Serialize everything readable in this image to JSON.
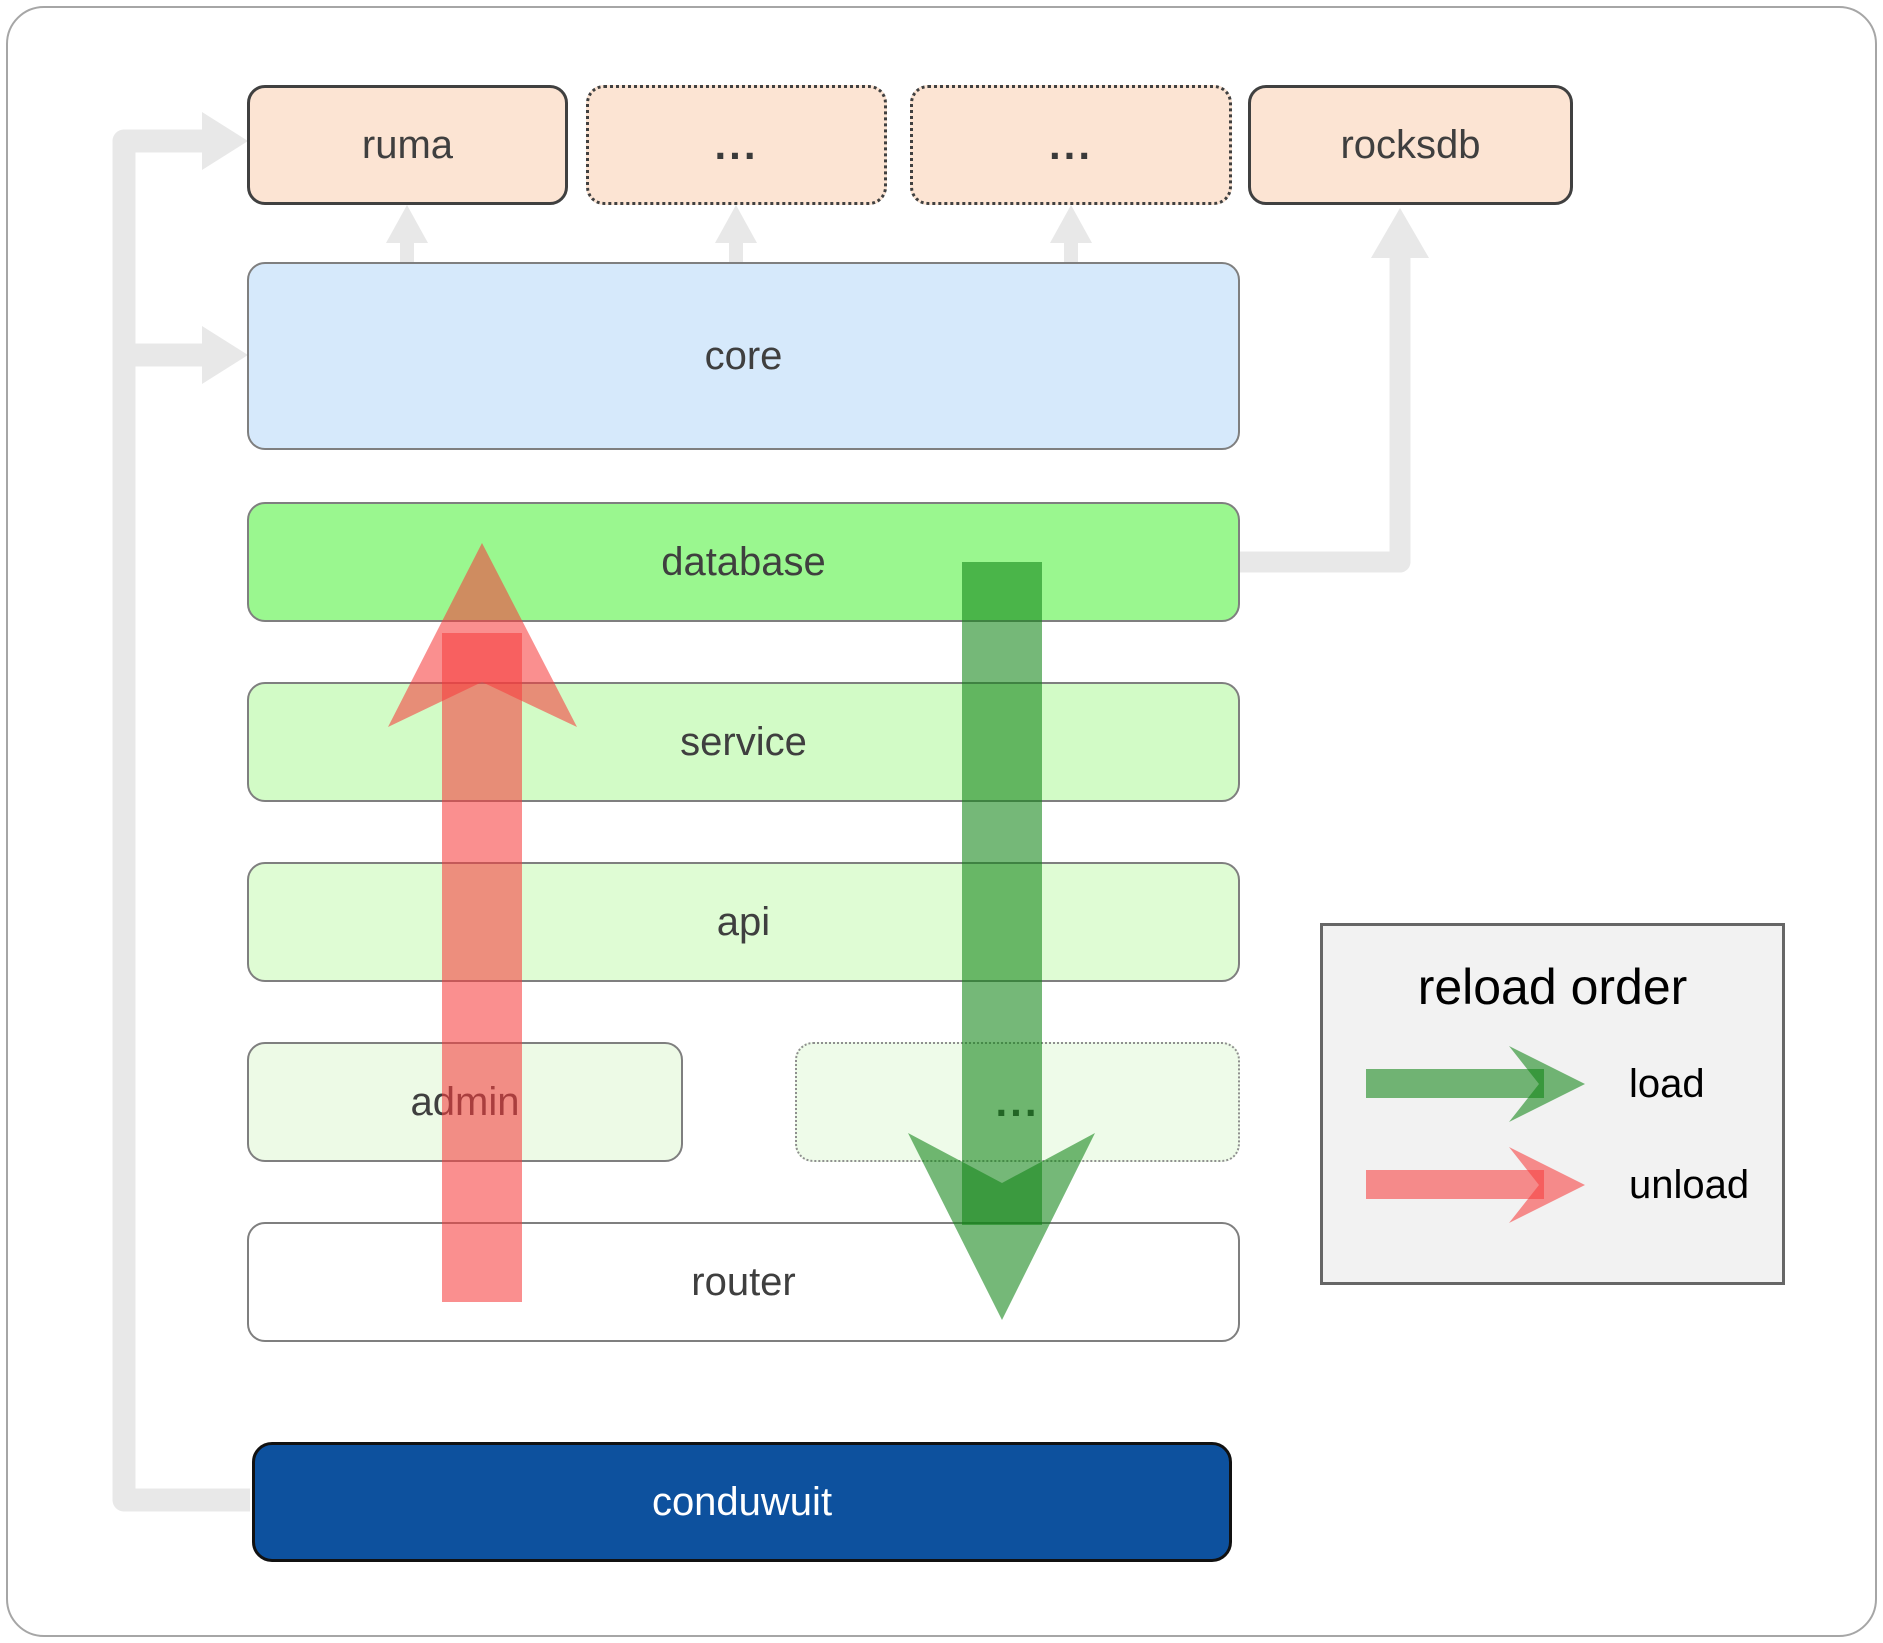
{
  "boxes": {
    "ruma": "ruma",
    "dots_a": "...",
    "dots_b": "...",
    "rocksdb": "rocksdb",
    "core": "core",
    "database": "database",
    "service": "service",
    "api": "api",
    "admin": "admin",
    "admin_dots": "...",
    "router": "router",
    "conduwuit": "conduwuit"
  },
  "legend": {
    "title": "reload order",
    "load_label": "load",
    "unload_label": "unload"
  },
  "colors": {
    "load_green": "#118517",
    "unload_red": "#f63e3e",
    "connector_gray": "#e8e8e8",
    "peach_fill": "#fce4d3",
    "core_blue_fill": "#d6e9fb",
    "database_green_fill": "#9af78f",
    "service_green_fill": "#d2fbc6",
    "api_green_fill": "#dffcd4",
    "admin_green_fill": "#edfae6",
    "conduwuit_navy_fill": "#0d519e",
    "label_text": "#3f3f3f"
  }
}
